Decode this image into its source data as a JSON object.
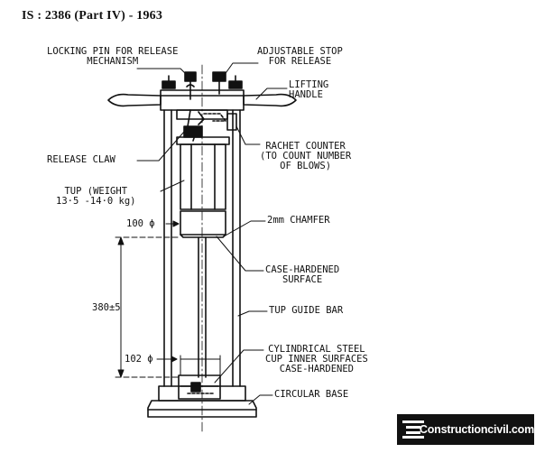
{
  "header": {
    "standard": "IS : 2386 (Part IV) - 1963"
  },
  "labels": {
    "locking_pin": [
      "LOCKING PIN FOR RELEASE",
      "MECHANISM"
    ],
    "adjustable_stop": [
      "ADJUSTABLE STOP",
      "FOR RELEASE"
    ],
    "lifting_handle": [
      "LIFTING",
      "HANDLE"
    ],
    "release_claw": [
      "RELEASE CLAW"
    ],
    "rachet_counter": [
      "RACHET COUNTER",
      "(TO COUNT NUMBER",
      "OF BLOWS)"
    ],
    "tup": [
      "TUP (WEIGHT",
      "13·5 -14·0 kg)"
    ],
    "chamfer": [
      "2mm CHAMFER"
    ],
    "case_hardened": [
      "CASE-HARDENED",
      "SURFACE"
    ],
    "tup_guide_bar": [
      "TUP GUIDE BAR"
    ],
    "cylindrical_cup": [
      "CYLINDRICAL STEEL",
      "CUP INNER SURFACES",
      "CASE-HARDENED"
    ],
    "circular_base": [
      "CIRCULAR BASE"
    ]
  },
  "dimensions": {
    "tup_diameter": "100 ϕ",
    "drop_height": "380±5",
    "cup_diameter": "102 ϕ"
  },
  "watermark": {
    "text": "Constructioncivil.com"
  }
}
